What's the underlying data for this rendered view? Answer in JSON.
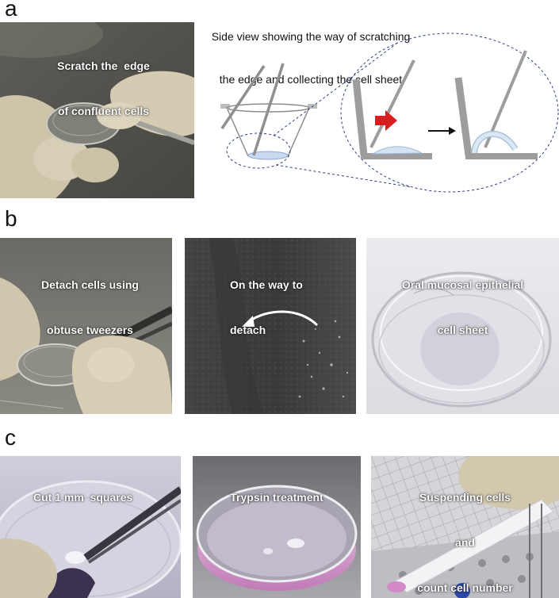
{
  "panel_a": {
    "letter": "a",
    "photo_caption": [
      "Scratch the  edge",
      "of confluent cells"
    ],
    "side_view_caption": [
      "Side view showing the way of scratching",
      "the edge and collecting the cell sheet"
    ]
  },
  "panel_b": {
    "letter": "b",
    "photos": [
      {
        "caption": [
          "Detach cells using",
          "obtuse tweezers"
        ]
      },
      {
        "caption": [
          "On the way to",
          "detach"
        ]
      },
      {
        "caption": [
          "Oral mucosal epithelial",
          "cell sheet"
        ]
      }
    ]
  },
  "panel_c": {
    "letter": "c",
    "photos": [
      {
        "caption": [
          "Cut 1 mm  squares"
        ]
      },
      {
        "caption": [
          "Trypsin treatment"
        ]
      },
      {
        "caption": [
          "Suspending cells",
          "and",
          "count cell number"
        ]
      }
    ]
  },
  "colors": {
    "push_arrow": "#d62020",
    "cell_sheet": "#d3e3f2",
    "dashed_outline": "#2c3e7a",
    "caption_text": "#ffffff"
  },
  "icons": [
    "red-push-arrow-icon",
    "black-next-arrow-icon",
    "white-curved-arrow-icon"
  ]
}
